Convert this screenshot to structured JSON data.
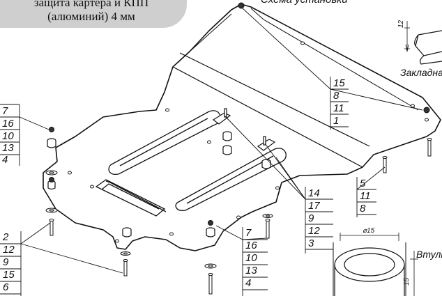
{
  "title": {
    "line1": "защита картера и КПП",
    "line2": "(алюминий) 4 мм"
  },
  "labels": {
    "scheme": "Схема установки",
    "zakladnaya": "Закладна",
    "vtulka": "Втулк"
  },
  "dimensions": {
    "plate_thickness": "12",
    "bushing_diameter": "⌀15",
    "bushing_height": "15"
  },
  "callouts": [
    {
      "id": "top-left",
      "items": [
        "7",
        "16",
        "10",
        "13",
        "4"
      ]
    },
    {
      "id": "bottom-left",
      "items": [
        "2",
        "12",
        "9",
        "15",
        "6"
      ]
    },
    {
      "id": "bottom-middle",
      "items": [
        "7",
        "16",
        "10",
        "13",
        "4"
      ]
    },
    {
      "id": "center",
      "items": [
        "14",
        "17",
        "9",
        "12",
        "3"
      ]
    },
    {
      "id": "right-middle",
      "items": [
        "5",
        "11",
        "8"
      ]
    },
    {
      "id": "top-right",
      "items": [
        "15",
        "8",
        "11",
        "1"
      ]
    }
  ],
  "colors": {
    "line": "#111111",
    "title_bg": "#cfcfcf"
  }
}
